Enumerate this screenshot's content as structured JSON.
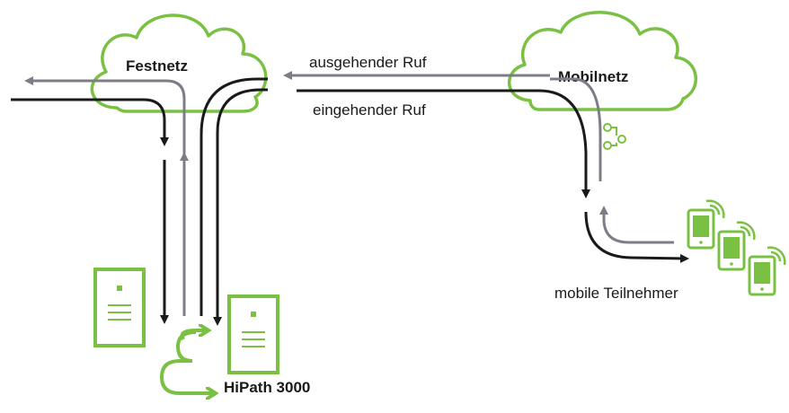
{
  "labels": {
    "festnetz": "Festnetz",
    "mobilnetz": "Mobilnetz",
    "ausgehender_ruf": "ausgehender Ruf",
    "eingehender_ruf": "eingehender Ruf",
    "mobile_teilnehmer": "mobile Teilnehmer",
    "hipath": "HiPath 3000"
  },
  "colors": {
    "accent_green": "#7ac143",
    "dark_line": "#1a1a1a",
    "gray_line": "#7d7d87"
  }
}
